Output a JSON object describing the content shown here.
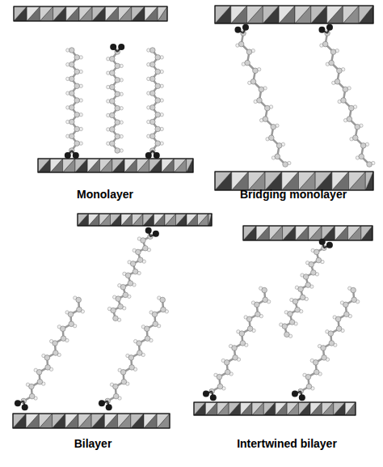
{
  "diagram": {
    "labels": [
      "Monolayer",
      "Bridging monolayer",
      "Bilayer",
      "Intertwined bilayer"
    ]
  }
}
